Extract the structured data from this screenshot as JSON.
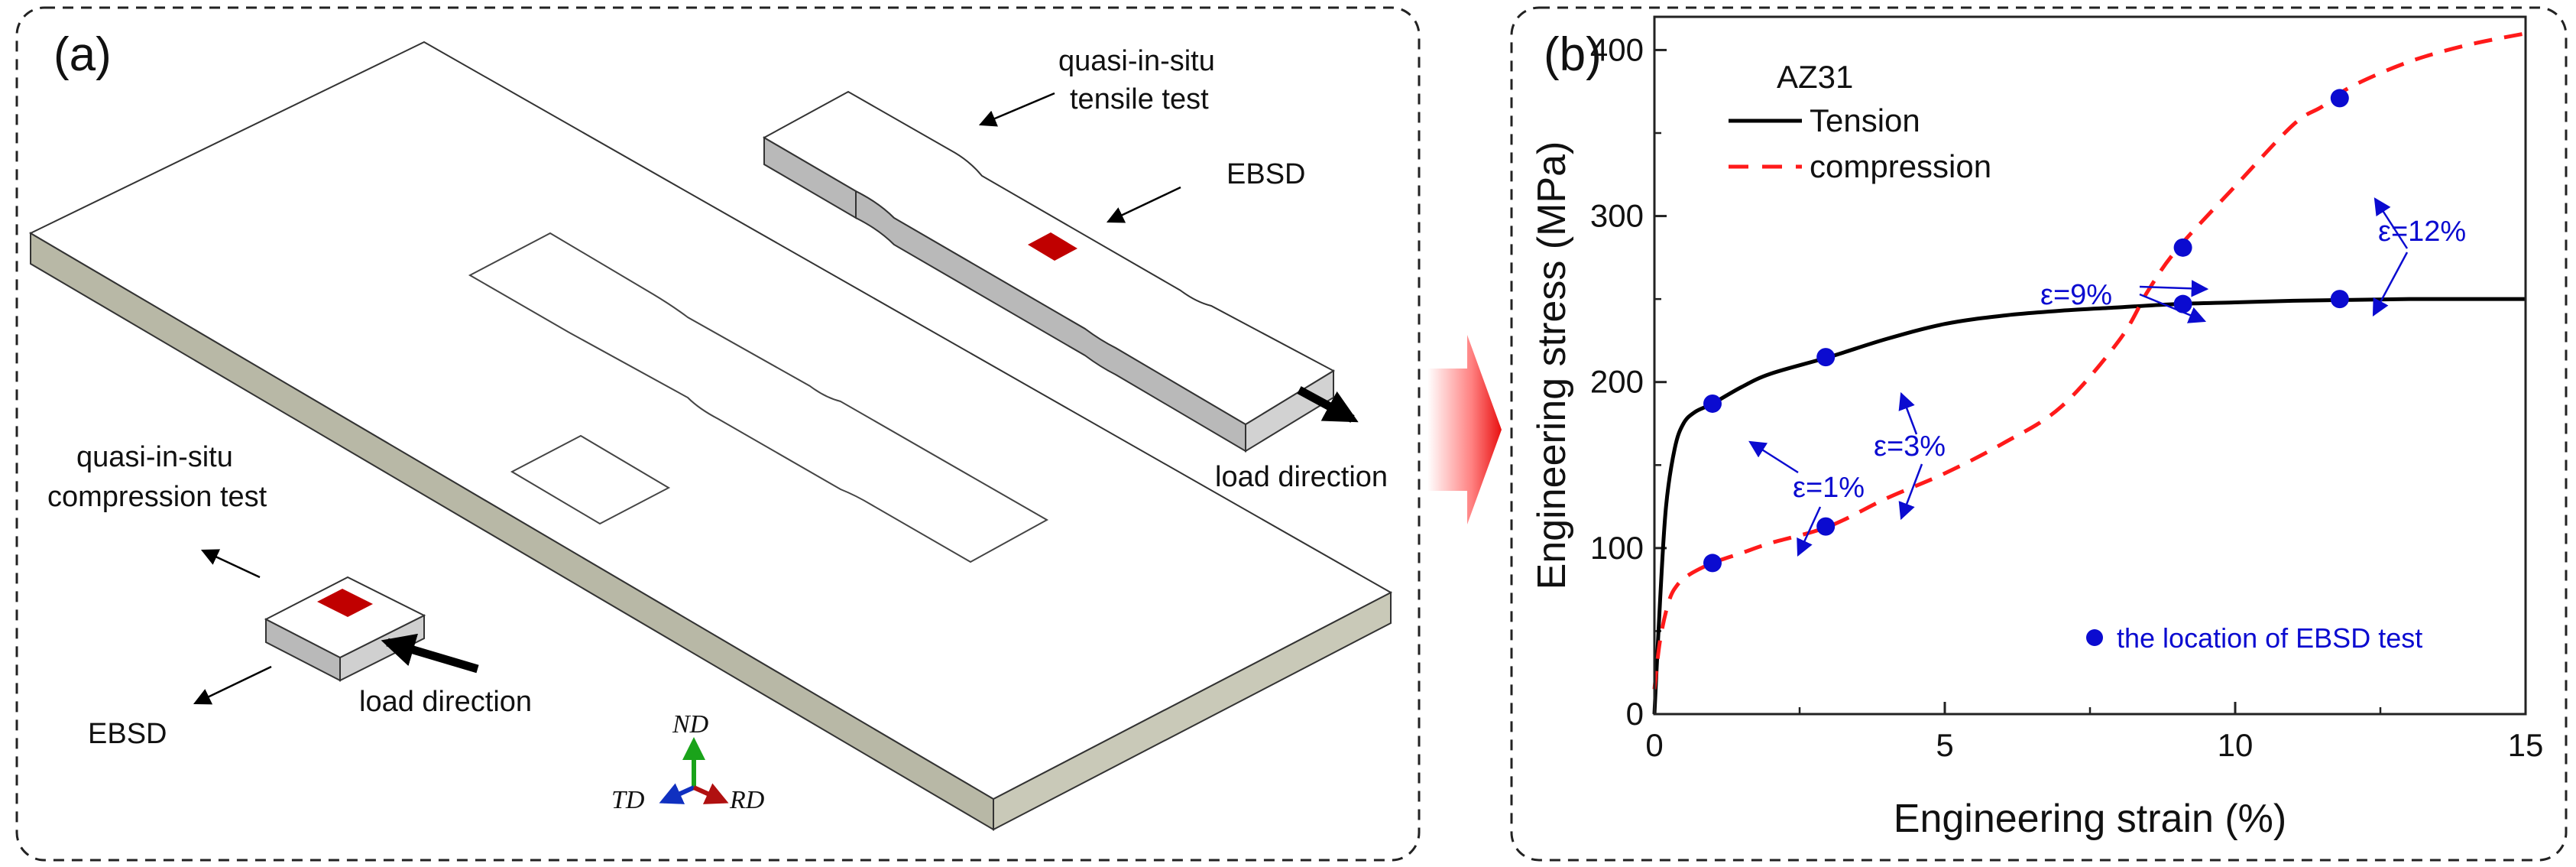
{
  "panel_a": {
    "label": "(a)",
    "tensile_label_1": "quasi-in-situ",
    "tensile_label_2": "tensile test",
    "ebsd_top": "EBSD",
    "load_right": "load direction",
    "compression_label_1": "quasi-in-situ",
    "compression_label_2": "compression test",
    "ebsd_bottom": "EBSD",
    "load_bottom": "load direction",
    "axes": {
      "nd": "ND",
      "td": "TD",
      "rd": "RD"
    },
    "colors": {
      "sample_mark": "#c00000",
      "plate_side": "#bdbdb0",
      "nd_axis": "#1aa31a",
      "td_axis": "#1030c0",
      "rd_axis": "#b01010"
    }
  },
  "panel_b": {
    "label": "(b)",
    "material": "AZ31",
    "legend_tension": "Tension",
    "legend_compression": "compression",
    "ebsd_note": "the location of EBSD test",
    "annotations": [
      "ε=1%",
      "ε=3%",
      "ε=9%",
      "ε=12%"
    ]
  },
  "chart_data": {
    "type": "line",
    "xlabel": "Engineering strain (%)",
    "ylabel": "Engineering stress (MPa)",
    "xlim": [
      0,
      15
    ],
    "ylim": [
      0,
      420
    ],
    "xticks": [
      0,
      5,
      10,
      15
    ],
    "yticks": [
      0,
      100,
      200,
      300,
      400
    ],
    "series": [
      {
        "name": "Tension",
        "style": "solid",
        "color": "#000000",
        "x": [
          0,
          0.1,
          0.2,
          0.35,
          0.5,
          0.7,
          1.0,
          1.5,
          2.0,
          3.0,
          4.0,
          5.0,
          6.0,
          7.0,
          8.0,
          9.0,
          10.0,
          11.0,
          12.0,
          13.0,
          14.0,
          15.0
        ],
        "y": [
          0,
          70,
          125,
          160,
          175,
          182,
          187,
          197,
          205,
          215,
          226,
          235,
          240,
          243,
          245,
          247,
          248,
          249,
          249.5,
          250,
          250,
          250
        ]
      },
      {
        "name": "compression",
        "style": "dashed",
        "color": "#ff1a1a",
        "x": [
          0,
          0.1,
          0.25,
          0.4,
          0.6,
          1.0,
          1.5,
          2.0,
          3.0,
          4.0,
          5.0,
          6.0,
          7.0,
          8.0,
          8.5,
          9.0,
          10.0,
          11.0,
          11.5,
          12.0,
          13.0,
          14.0,
          15.0
        ],
        "y": [
          15,
          45,
          68,
          78,
          84,
          91,
          97,
          103,
          113,
          130,
          145,
          163,
          185,
          225,
          255,
          280,
          318,
          355,
          366,
          378,
          393,
          403,
          410
        ]
      }
    ],
    "ebsd_points": [
      {
        "x": 1.0,
        "y": 187
      },
      {
        "x": 2.95,
        "y": 215
      },
      {
        "x": 9.1,
        "y": 247
      },
      {
        "x": 11.8,
        "y": 250
      },
      {
        "x": 1.0,
        "y": 91
      },
      {
        "x": 2.95,
        "y": 113
      },
      {
        "x": 9.1,
        "y": 281
      },
      {
        "x": 11.8,
        "y": 371
      }
    ],
    "marker_color": "#0b0bd0"
  }
}
